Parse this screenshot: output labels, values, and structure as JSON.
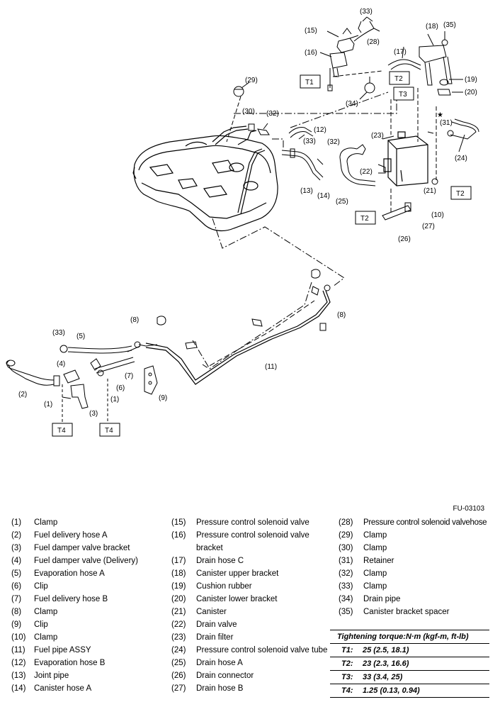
{
  "figure_code": "FU-03103",
  "callouts": {
    "c1a": "(1)",
    "c1b": "(1)",
    "c2": "(2)",
    "c3": "(3)",
    "c4": "(4)",
    "c5": "(5)",
    "c6": "(6)",
    "c7": "(7)",
    "c8a": "(8)",
    "c8b": "(8)",
    "c9": "(9)",
    "c10": "(10)",
    "c11": "(11)",
    "c12": "(12)",
    "c13": "(13)",
    "c14": "(14)",
    "c15": "(15)",
    "c16": "(16)",
    "c17": "(17)",
    "c18": "(18)",
    "c19": "(19)",
    "c20": "(20)",
    "c21": "(21)",
    "c22": "(22)",
    "c23": "(23)",
    "c24": "(24)",
    "c25": "(25)",
    "c26": "(26)",
    "c27": "(27)",
    "c28": "(28)",
    "c29": "(29)",
    "c30": "(30)",
    "c31": "(31)",
    "c32a": "(32)",
    "c32b": "(32)",
    "c33a": "(33)",
    "c33b": "(33)",
    "c33c": "(33)",
    "c34": "(34)",
    "c35": "(35)",
    "star": "★"
  },
  "torque_tags": {
    "t1": "T1",
    "t2a": "T2",
    "t2b": "T2",
    "t2c": "T2",
    "t3": "T3",
    "t4a": "T4",
    "t4b": "T4"
  },
  "legend": {
    "col1": [
      {
        "num": "(1)",
        "text": "Clamp"
      },
      {
        "num": "(2)",
        "text": "Fuel delivery hose A"
      },
      {
        "num": "(3)",
        "text": "Fuel damper valve bracket"
      },
      {
        "num": "(4)",
        "text": "Fuel damper valve (Delivery)"
      },
      {
        "num": "(5)",
        "text": "Evaporation hose A"
      },
      {
        "num": "(6)",
        "text": "Clip"
      },
      {
        "num": "(7)",
        "text": "Fuel delivery hose B"
      },
      {
        "num": "(8)",
        "text": "Clamp"
      },
      {
        "num": "(9)",
        "text": "Clip"
      },
      {
        "num": "(10)",
        "text": "Clamp"
      },
      {
        "num": "(11)",
        "text": "Fuel pipe ASSY"
      },
      {
        "num": "(12)",
        "text": "Evaporation hose B"
      },
      {
        "num": "(13)",
        "text": "Joint pipe"
      },
      {
        "num": "(14)",
        "text": "Canister hose A"
      }
    ],
    "col2": [
      {
        "num": "(15)",
        "text": "Pressure control solenoid valve"
      },
      {
        "num": "(16)",
        "text": "Pressure control solenoid valve",
        "text2": "bracket"
      },
      {
        "num": "(17)",
        "text": "Drain hose C"
      },
      {
        "num": "(18)",
        "text": "Canister upper bracket"
      },
      {
        "num": "(19)",
        "text": "Cushion rubber"
      },
      {
        "num": "(20)",
        "text": "Canister lower bracket"
      },
      {
        "num": "(21)",
        "text": "Canister"
      },
      {
        "num": "(22)",
        "text": "Drain valve"
      },
      {
        "num": "(23)",
        "text": "Drain filter"
      },
      {
        "num": "(24)",
        "text": "Pressure control solenoid valve tube"
      },
      {
        "num": "(25)",
        "text": "Drain hose A"
      },
      {
        "num": "(26)",
        "text": "Drain connector"
      },
      {
        "num": "(27)",
        "text": "Drain hose B"
      }
    ],
    "col3": [
      {
        "num": "(28)",
        "text": "Pressure control solenoid valvehose"
      },
      {
        "num": "(29)",
        "text": "Clamp"
      },
      {
        "num": "(30)",
        "text": "Clamp"
      },
      {
        "num": "(31)",
        "text": "Retainer"
      },
      {
        "num": "(32)",
        "text": "Clamp"
      },
      {
        "num": "(33)",
        "text": "Clamp"
      },
      {
        "num": "(34)",
        "text": "Drain pipe"
      },
      {
        "num": "(35)",
        "text": "Canister bracket spacer"
      }
    ]
  },
  "torque": {
    "heading": "Tightening torque:N·m (kgf-m, ft-lb)",
    "rows": [
      {
        "key": "T1:",
        "value": "25 (2.5, 18.1)"
      },
      {
        "key": "T2:",
        "value": "23 (2.3, 16.6)"
      },
      {
        "key": "T3:",
        "value": "33 (3.4, 25)"
      },
      {
        "key": "T4:",
        "value": "1.25 (0.13, 0.94)"
      }
    ]
  }
}
